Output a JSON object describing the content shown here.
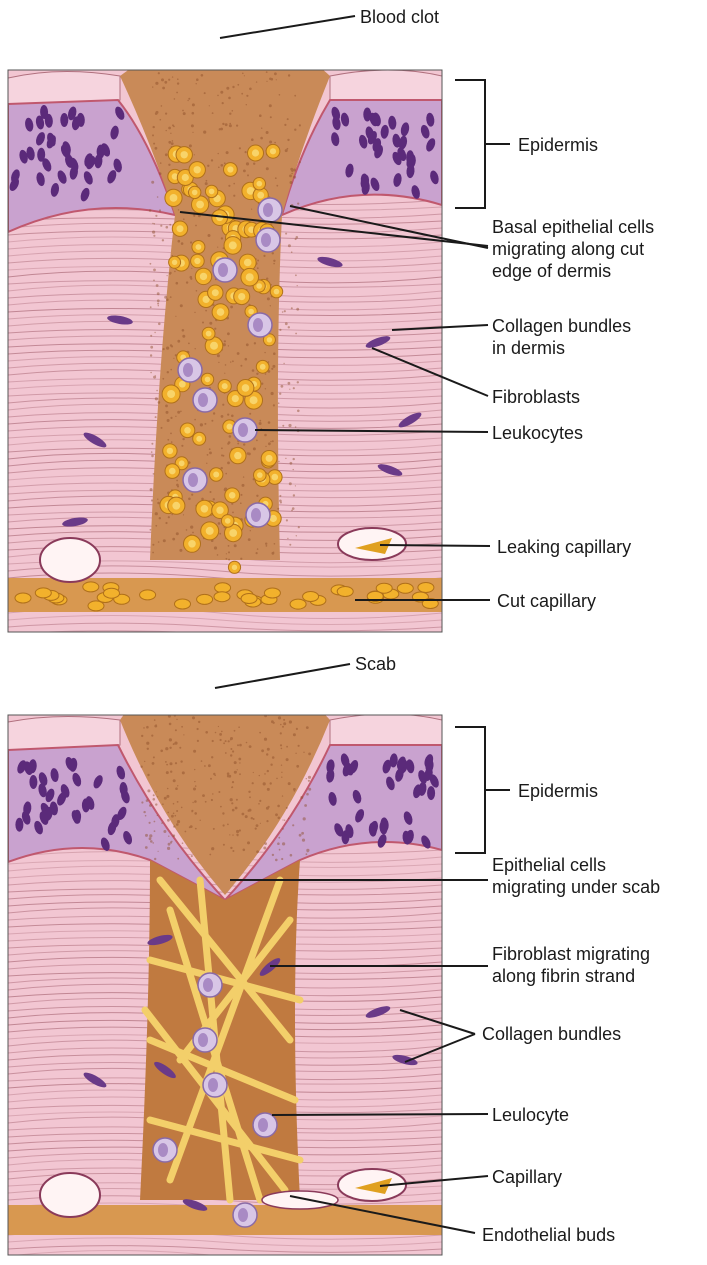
{
  "panels": [
    {
      "id": "top",
      "labels": [
        {
          "key": "blood_clot",
          "lines": [
            "Blood clot"
          ]
        },
        {
          "key": "epidermis",
          "lines": [
            "Epidermis"
          ]
        },
        {
          "key": "basal_cells",
          "lines": [
            "Basal epithelial cells",
            "migrating along cut",
            "edge of dermis"
          ]
        },
        {
          "key": "collagen",
          "lines": [
            "Collagen bundles",
            "in dermis"
          ]
        },
        {
          "key": "fibroblasts",
          "lines": [
            "Fibroblasts"
          ]
        },
        {
          "key": "leukocytes",
          "lines": [
            "Leukocytes"
          ]
        },
        {
          "key": "leaking_capillary",
          "lines": [
            "Leaking capillary"
          ]
        },
        {
          "key": "cut_capillary",
          "lines": [
            "Cut capillary"
          ]
        }
      ]
    },
    {
      "id": "bottom",
      "labels": [
        {
          "key": "scab",
          "lines": [
            "Scab"
          ]
        },
        {
          "key": "epidermis",
          "lines": [
            "Epidermis"
          ]
        },
        {
          "key": "epithelial_cells",
          "lines": [
            "Epithelial cells",
            "migrating under scab"
          ]
        },
        {
          "key": "fibroblast_migrating",
          "lines": [
            "Fibroblast migrating",
            "along fibrin strand"
          ]
        },
        {
          "key": "collagen",
          "lines": [
            "Collagen bundles"
          ]
        },
        {
          "key": "leulocyte",
          "lines": [
            "Leulocyte"
          ]
        },
        {
          "key": "capillary",
          "lines": [
            "Capillary"
          ]
        },
        {
          "key": "endothelial_buds",
          "lines": [
            "Endothelial buds"
          ]
        }
      ]
    }
  ],
  "colors": {
    "dermis": "#f2c6d2",
    "dermis_line": "#b0707e",
    "epidermis": "#c9a2cf",
    "nucleus": "#5b2a7a",
    "clot": "#c98a58",
    "rbc": "#f2b12c",
    "leukocyte": "#d8c6e6",
    "fibrin": "#f3cf6a"
  }
}
